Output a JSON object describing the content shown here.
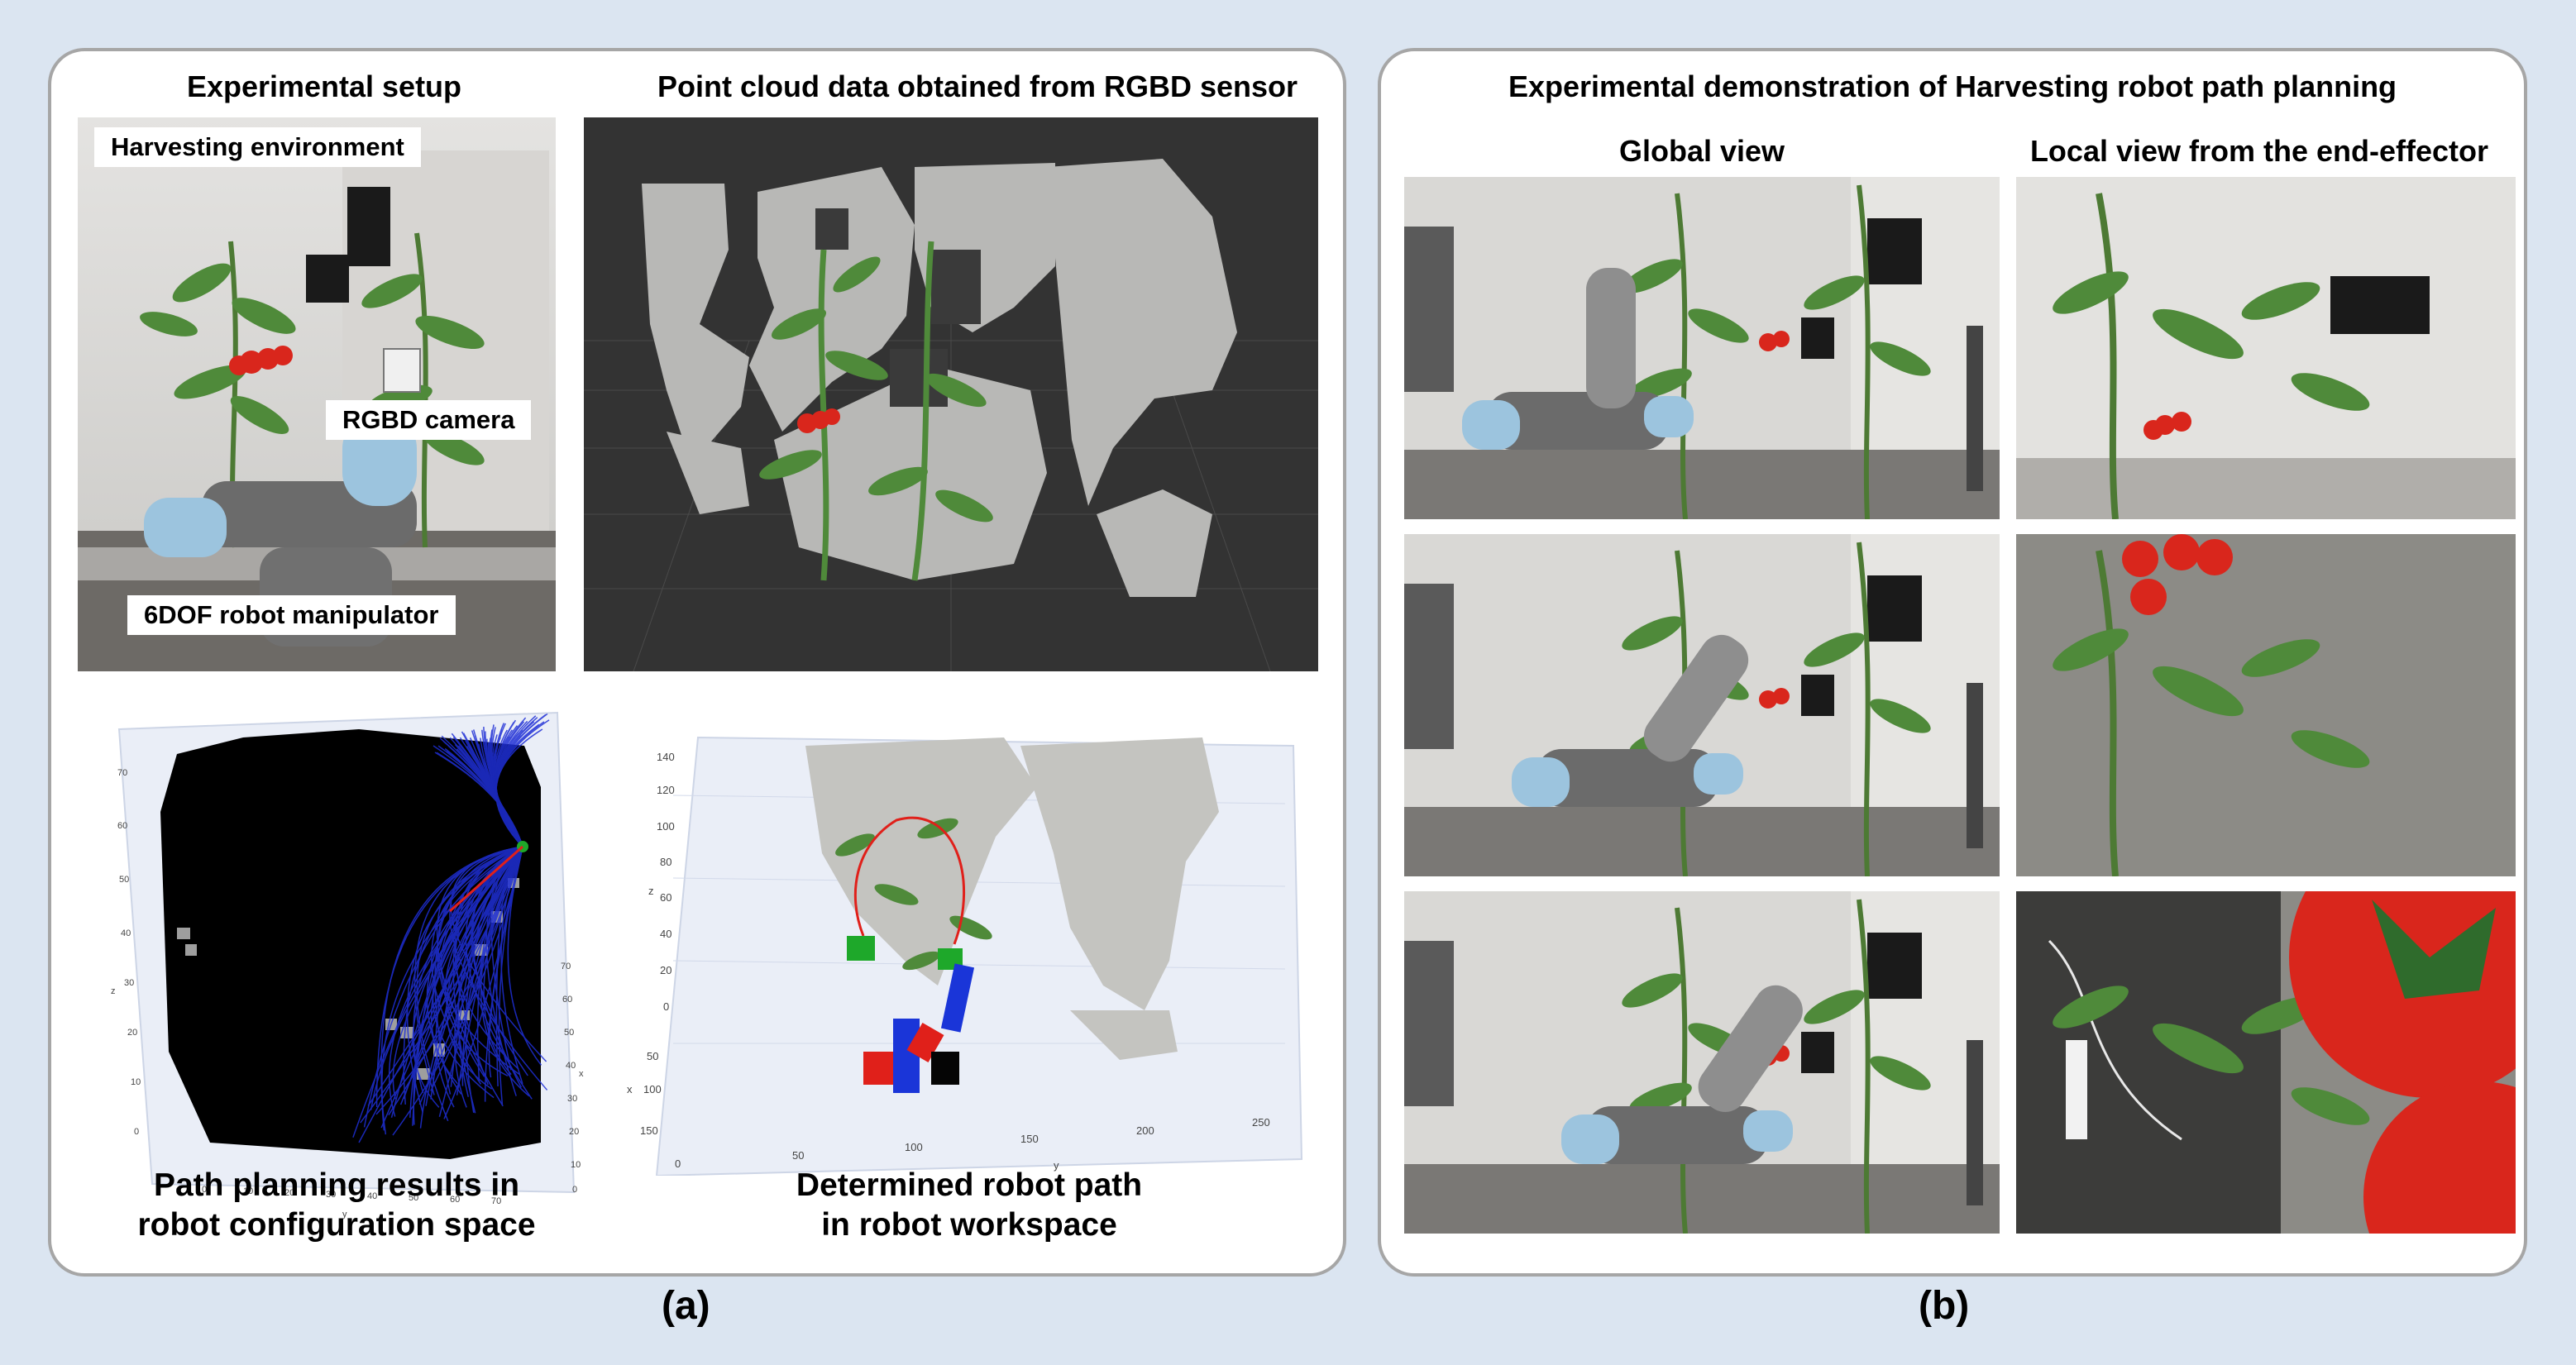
{
  "panel_a": {
    "label": "(a)",
    "setup_title": "Experimental setup",
    "setup_tags": {
      "environment": "Harvesting environment",
      "camera": "RGBD camera",
      "robot": "6DOF robot manipulator"
    },
    "pointcloud_title": "Point cloud data obtained from RGBD sensor",
    "config_caption_line1": "Path planning results in",
    "config_caption_line2": "robot configuration space",
    "workspace_caption_line1": "Determined robot path",
    "workspace_caption_line2": "in robot workspace",
    "config_plot": {
      "z_ticks": [
        "70",
        "60",
        "50",
        "40",
        "30",
        "20",
        "10",
        "0"
      ],
      "z_label": "z",
      "x_ticks": [
        "70",
        "60",
        "50",
        "40",
        "30",
        "20",
        "10",
        "0"
      ],
      "x_label": "x",
      "y_ticks": [
        "0",
        "10",
        "20",
        "30",
        "40",
        "50",
        "60",
        "70"
      ],
      "y_label": "y"
    },
    "workspace_plot": {
      "z_ticks": [
        "140",
        "120",
        "100",
        "80",
        "60",
        "40",
        "20",
        "0"
      ],
      "z_label": "z",
      "x_ticks": [
        "50",
        "100",
        "150"
      ],
      "x_label": "x",
      "y_ticks": [
        "0",
        "50",
        "100",
        "150",
        "200",
        "250"
      ],
      "y_label": "y"
    }
  },
  "panel_b": {
    "label": "(b)",
    "title": "Experimental demonstration of Harvesting robot path planning",
    "global_title": "Global view",
    "local_title": "Local view from the end-effector"
  },
  "colors": {
    "background": "#dbe5f1",
    "panel_border": "#a6a6a6",
    "tomato": "#d9261c",
    "leaf": "#3f7a3a",
    "path_lines": "#1f2fd6",
    "robot_path": "#e0201a",
    "cloud_bg": "#333333"
  }
}
